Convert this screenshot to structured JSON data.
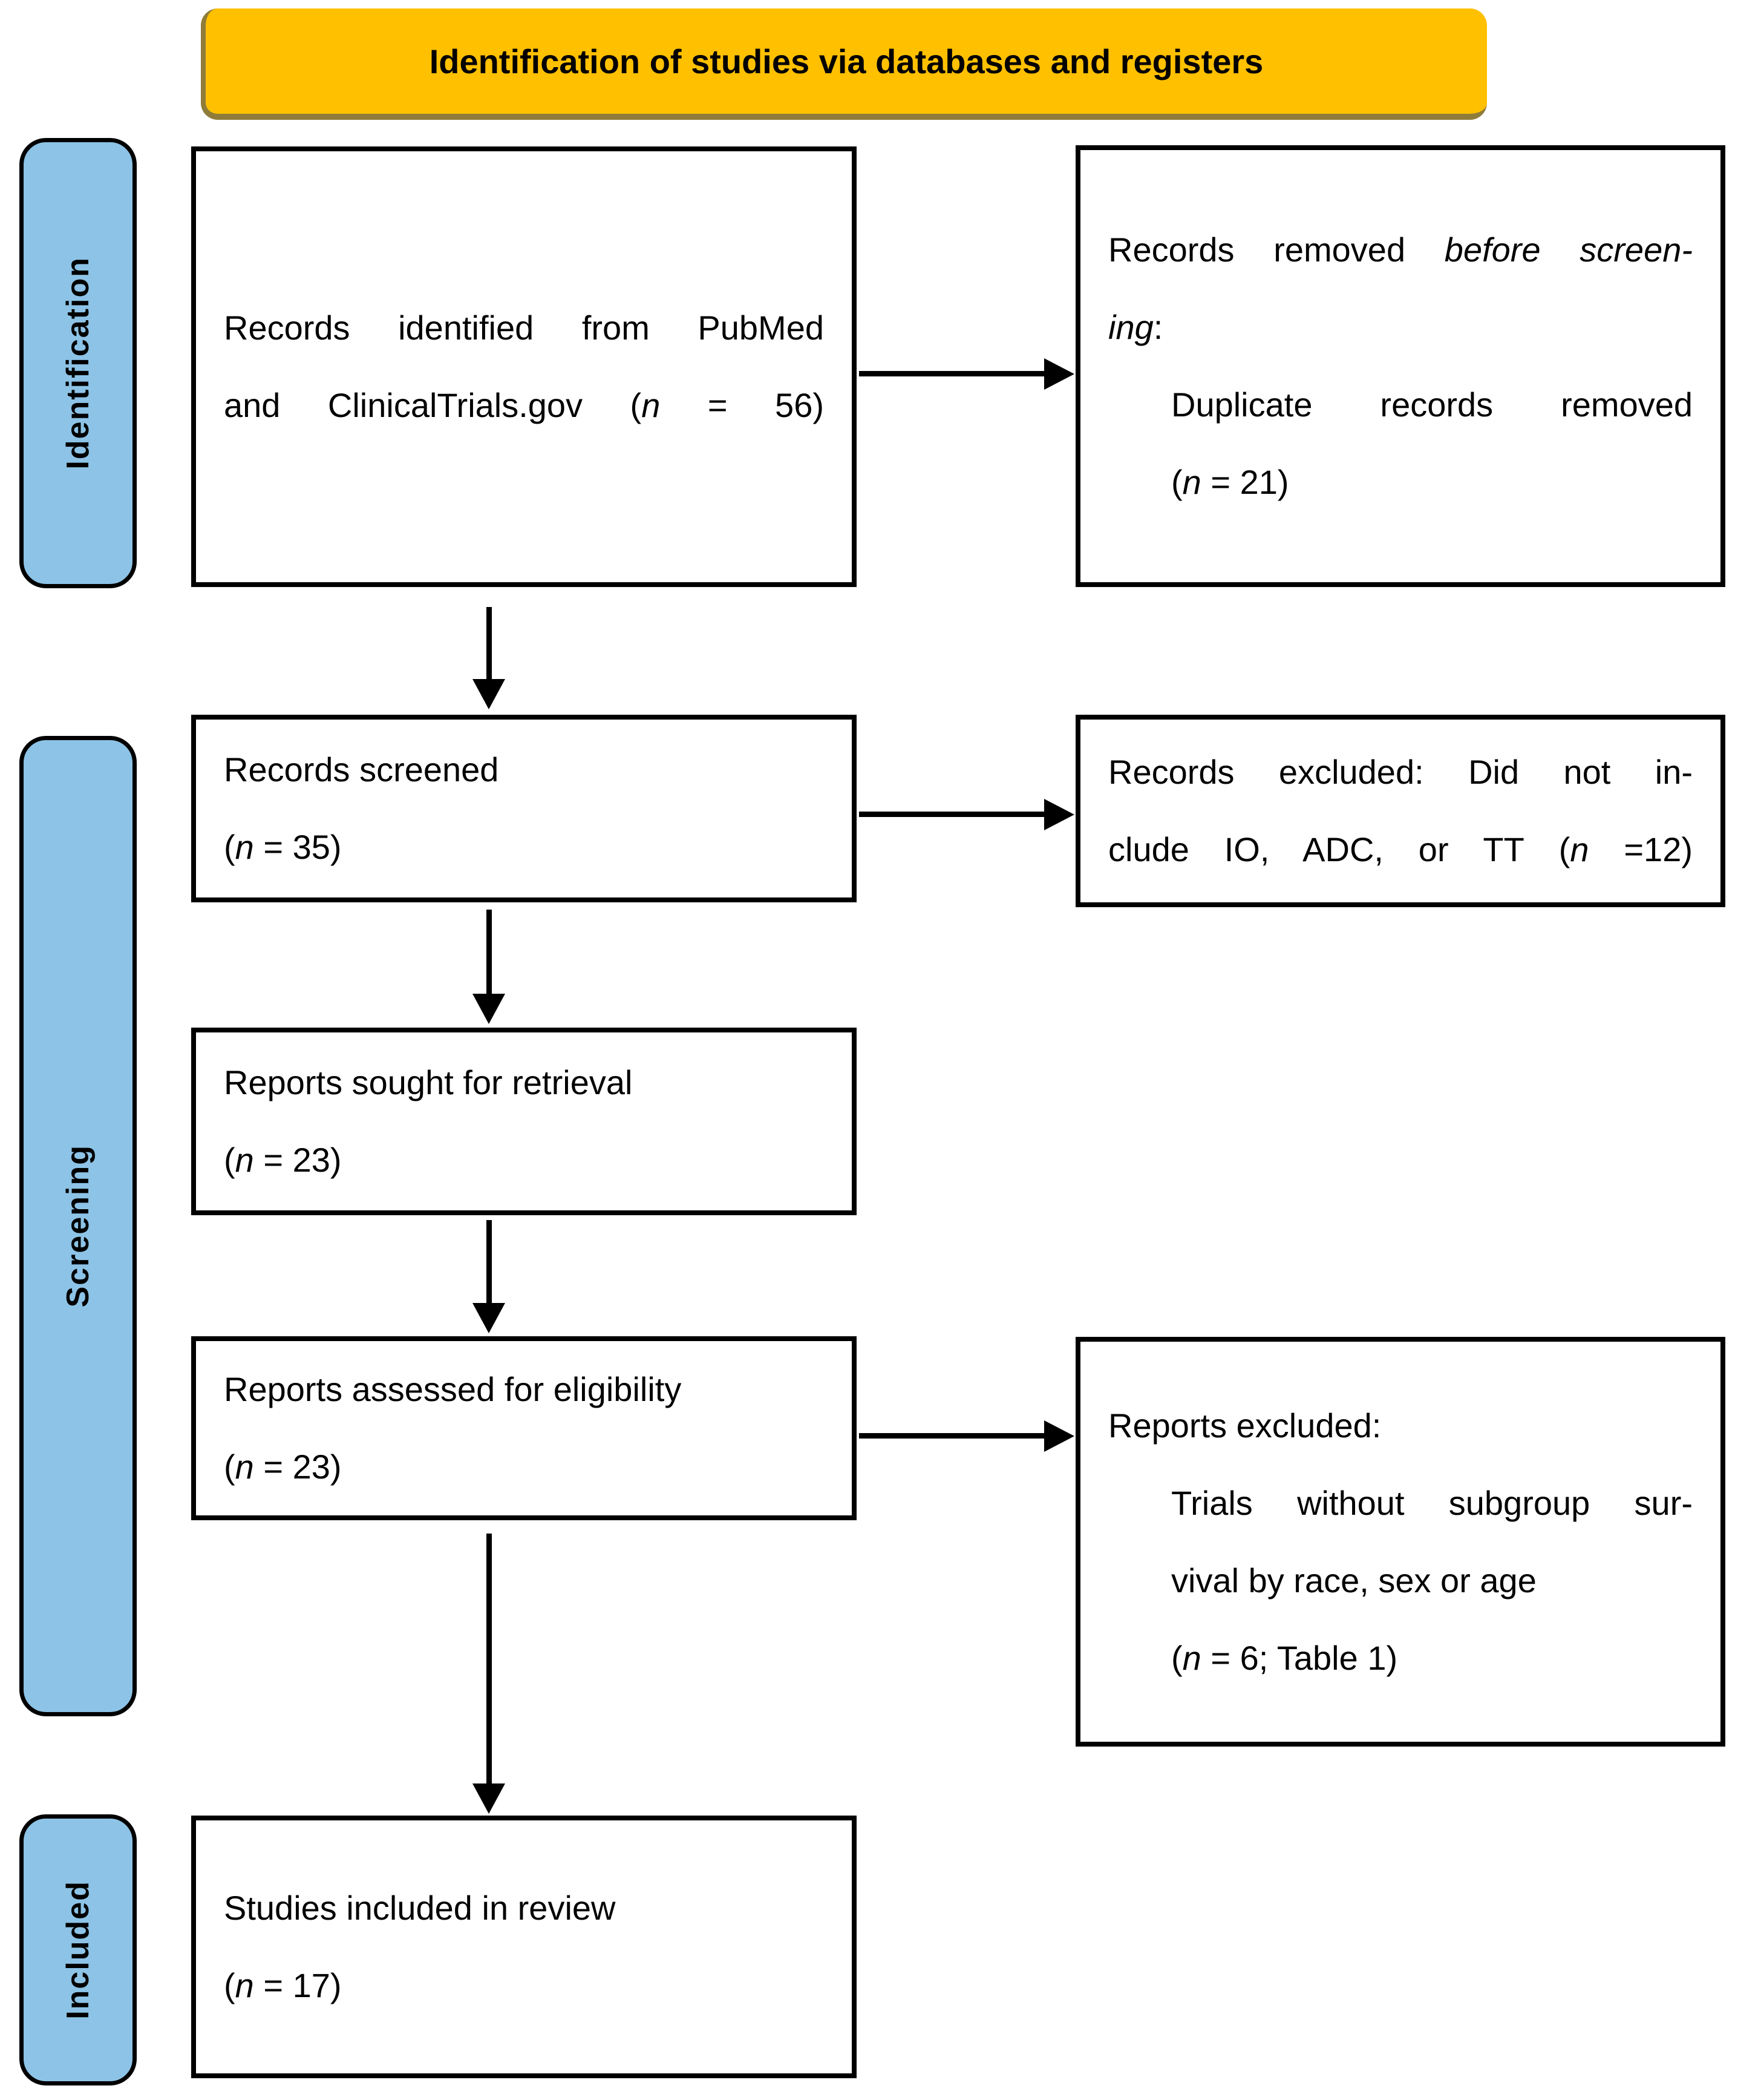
{
  "header": {
    "title": "Identification of studies via databases and registers"
  },
  "sidebar": {
    "identification": "Identification",
    "screening": "Screening",
    "included": "Included"
  },
  "colors": {
    "banner_bg": "#FFC000",
    "stage_bg": "#8DC3E6",
    "box_border": "#000000",
    "background": "#FFFFFF"
  },
  "boxes": {
    "identified": {
      "l1": "Records identified from PubMed",
      "l2a": "and ClinicalTrials.gov (",
      "l2b": "n",
      "l2c": " = 56)"
    },
    "removed": {
      "l1a": "Records removed ",
      "l1b": "before screen-",
      "l2a": "ing",
      "l2b": ":",
      "l3": "Duplicate records removed",
      "l4a": "(",
      "l4b": "n",
      "l4c": " = 21)"
    },
    "screened": {
      "l1": "Records screened",
      "l2a": "(",
      "l2b": "n",
      "l2c": " = 35)"
    },
    "excluded": {
      "l1": "Records excluded: Did not in-",
      "l2a": "clude IO, ADC, or TT (",
      "l2b": "n",
      "l2c": " =12)"
    },
    "sought": {
      "l1": "Reports sought for retrieval",
      "l2a": "(",
      "l2b": "n",
      "l2c": " = 23)"
    },
    "assessed": {
      "l1": "Reports assessed for eligibility",
      "l2a": "(",
      "l2b": "n",
      "l2c": " = 23)"
    },
    "reports_excluded": {
      "l1": "Reports excluded:",
      "l2": "Trials without subgroup sur-",
      "l3": "vival by race, sex or age",
      "l4a": "(",
      "l4b": "n",
      "l4c": " = 6; Table 1)"
    },
    "studies_included": {
      "l1": "Studies included in review",
      "l2a": "(",
      "l2b": "n",
      "l2c": " = 17)"
    }
  }
}
